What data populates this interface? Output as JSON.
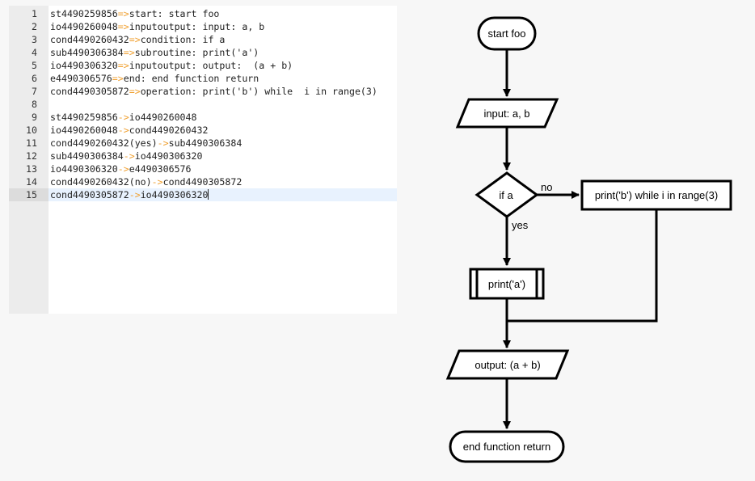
{
  "editor": {
    "lines": [
      {
        "n": "1",
        "segments": [
          {
            "t": "st4490259856"
          },
          {
            "t": "=>",
            "arrow": true
          },
          {
            "t": "start: start foo"
          }
        ]
      },
      {
        "n": "2",
        "segments": [
          {
            "t": "io4490260048"
          },
          {
            "t": "=>",
            "arrow": true
          },
          {
            "t": "inputoutput: input: a, b"
          }
        ]
      },
      {
        "n": "3",
        "segments": [
          {
            "t": "cond4490260432"
          },
          {
            "t": "=>",
            "arrow": true
          },
          {
            "t": "condition: if a"
          }
        ]
      },
      {
        "n": "4",
        "segments": [
          {
            "t": "sub4490306384"
          },
          {
            "t": "=>",
            "arrow": true
          },
          {
            "t": "subroutine: print('a')"
          }
        ]
      },
      {
        "n": "5",
        "segments": [
          {
            "t": "io4490306320"
          },
          {
            "t": "=>",
            "arrow": true
          },
          {
            "t": "inputoutput: output:  (a + b)"
          }
        ]
      },
      {
        "n": "6",
        "segments": [
          {
            "t": "e4490306576"
          },
          {
            "t": "=>",
            "arrow": true
          },
          {
            "t": "end: end function return"
          }
        ]
      },
      {
        "n": "7",
        "segments": [
          {
            "t": "cond4490305872"
          },
          {
            "t": "=>",
            "arrow": true
          },
          {
            "t": "operation: print('b') while  i in range(3)"
          }
        ]
      },
      {
        "n": "8",
        "segments": []
      },
      {
        "n": "9",
        "segments": [
          {
            "t": "st4490259856"
          },
          {
            "t": "->",
            "arrow": true
          },
          {
            "t": "io4490260048"
          }
        ]
      },
      {
        "n": "10",
        "segments": [
          {
            "t": "io4490260048"
          },
          {
            "t": "->",
            "arrow": true
          },
          {
            "t": "cond4490260432"
          }
        ]
      },
      {
        "n": "11",
        "segments": [
          {
            "t": "cond4490260432(yes)"
          },
          {
            "t": "->",
            "arrow": true
          },
          {
            "t": "sub4490306384"
          }
        ]
      },
      {
        "n": "12",
        "segments": [
          {
            "t": "sub4490306384"
          },
          {
            "t": "->",
            "arrow": true
          },
          {
            "t": "io4490306320"
          }
        ]
      },
      {
        "n": "13",
        "segments": [
          {
            "t": "io4490306320"
          },
          {
            "t": "->",
            "arrow": true
          },
          {
            "t": "e4490306576"
          }
        ]
      },
      {
        "n": "14",
        "segments": [
          {
            "t": "cond4490260432(no)"
          },
          {
            "t": "->",
            "arrow": true
          },
          {
            "t": "cond4490305872"
          }
        ]
      },
      {
        "n": "15",
        "segments": [
          {
            "t": "cond4490305872"
          },
          {
            "t": "->",
            "arrow": true
          },
          {
            "t": "io4490306320"
          }
        ],
        "active": true
      }
    ]
  },
  "flowchart": {
    "start_label": "start foo",
    "input_label": "input: a, b",
    "condition_label": "if a",
    "no_label": "no",
    "yes_label": "yes",
    "operation_label": "print('b') while i in range(3)",
    "subroutine_label": "print('a')",
    "output_label": "output: (a + b)",
    "end_label": "end function return"
  },
  "colors": {
    "arrow_token": "#f0a030",
    "active_line": "#e8f2fe",
    "gutter": "#ececec"
  }
}
